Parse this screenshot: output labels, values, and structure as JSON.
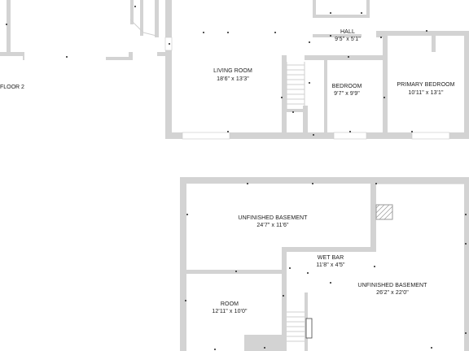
{
  "floor_label": "FLOOR 2",
  "rooms": [
    {
      "id": "hall",
      "name": "HALL",
      "dims": "9'5\" x 5'1\""
    },
    {
      "id": "living",
      "name": "LIVING ROOM",
      "dims": "18'6\" x 13'3\""
    },
    {
      "id": "bedroom",
      "name": "BEDROOM",
      "dims": "9'7\" x 9'9\""
    },
    {
      "id": "primary",
      "name": "PRIMARY BEDROOM",
      "dims": "10'11\" x 13'1\""
    },
    {
      "id": "unfinished1",
      "name": "UNFINISHED BASEMENT",
      "dims": "24'7\" x 11'6\""
    },
    {
      "id": "wetbar",
      "name": "WET BAR",
      "dims": "11'8\" x 4'5\""
    },
    {
      "id": "unfinished2",
      "name": "UNFINISHED BASEMENT",
      "dims": "26'2\" x 22'0\""
    },
    {
      "id": "room",
      "name": "ROOM",
      "dims": "12'11\" x 10'0\""
    }
  ],
  "colors": {
    "wall": "#d3d3d3",
    "text": "#1a1a1a",
    "marker": "#222222",
    "background": "#ffffff"
  }
}
